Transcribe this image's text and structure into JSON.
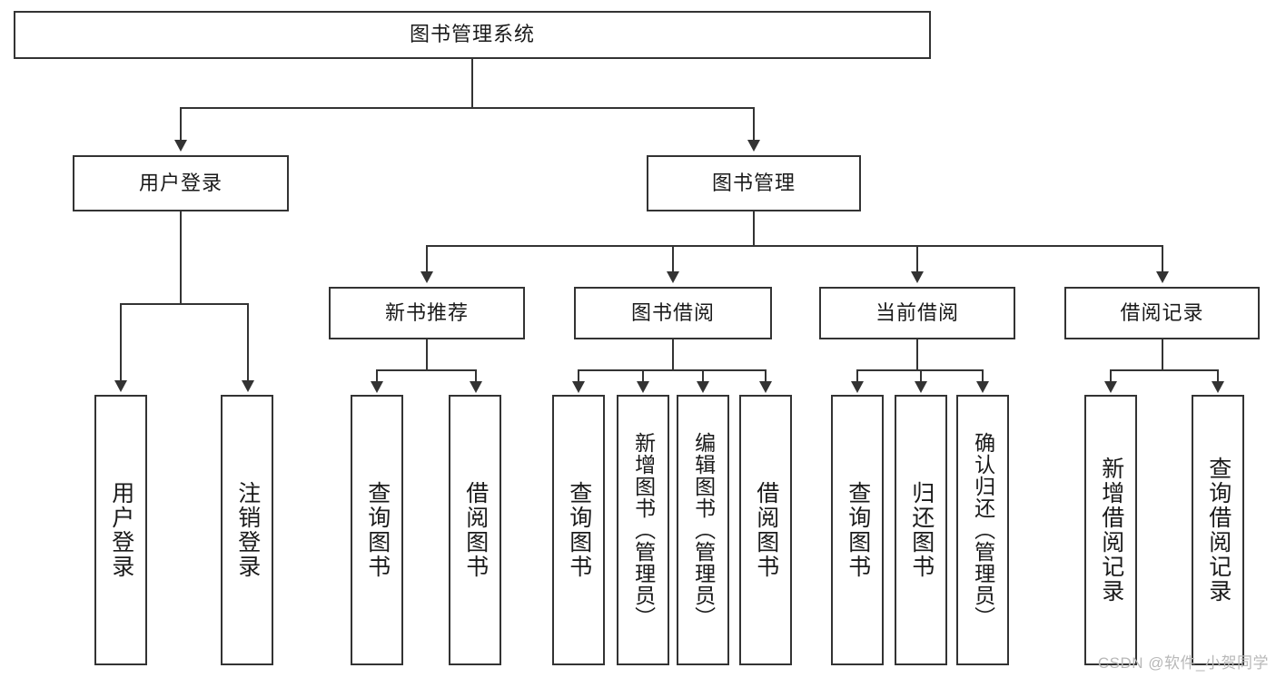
{
  "diagram": {
    "type": "hierarchy-tree",
    "title": "图书管理系统",
    "root": {
      "label": "图书管理系统"
    },
    "level1": [
      {
        "label": "用户登录"
      },
      {
        "label": "图书管理"
      }
    ],
    "level2": [
      {
        "label": "新书推荐"
      },
      {
        "label": "图书借阅"
      },
      {
        "label": "当前借阅"
      },
      {
        "label": "借阅记录"
      }
    ],
    "leaves": {
      "user_login": [
        {
          "label": "用户登录"
        },
        {
          "label": "注销登录"
        }
      ],
      "new_book_recommend": [
        {
          "label": "查询图书"
        },
        {
          "label": "借阅图书"
        }
      ],
      "book_borrow": [
        {
          "label": "查询图书"
        },
        {
          "label": "新增图书（管理员）"
        },
        {
          "label": "编辑图书（管理员）"
        },
        {
          "label": "借阅图书"
        }
      ],
      "current_borrow": [
        {
          "label": "查询图书"
        },
        {
          "label": "归还图书"
        },
        {
          "label": "确认归还（管理员）"
        }
      ],
      "borrow_record": [
        {
          "label": "新增借阅记录"
        },
        {
          "label": "查询借阅记录"
        }
      ]
    }
  },
  "watermark": {
    "text": "CSDN @软件_小贺同学"
  },
  "colors": {
    "stroke": "#333333",
    "background": "#ffffff",
    "text": "#1a1a1a",
    "watermark": "#b8b8b8"
  }
}
